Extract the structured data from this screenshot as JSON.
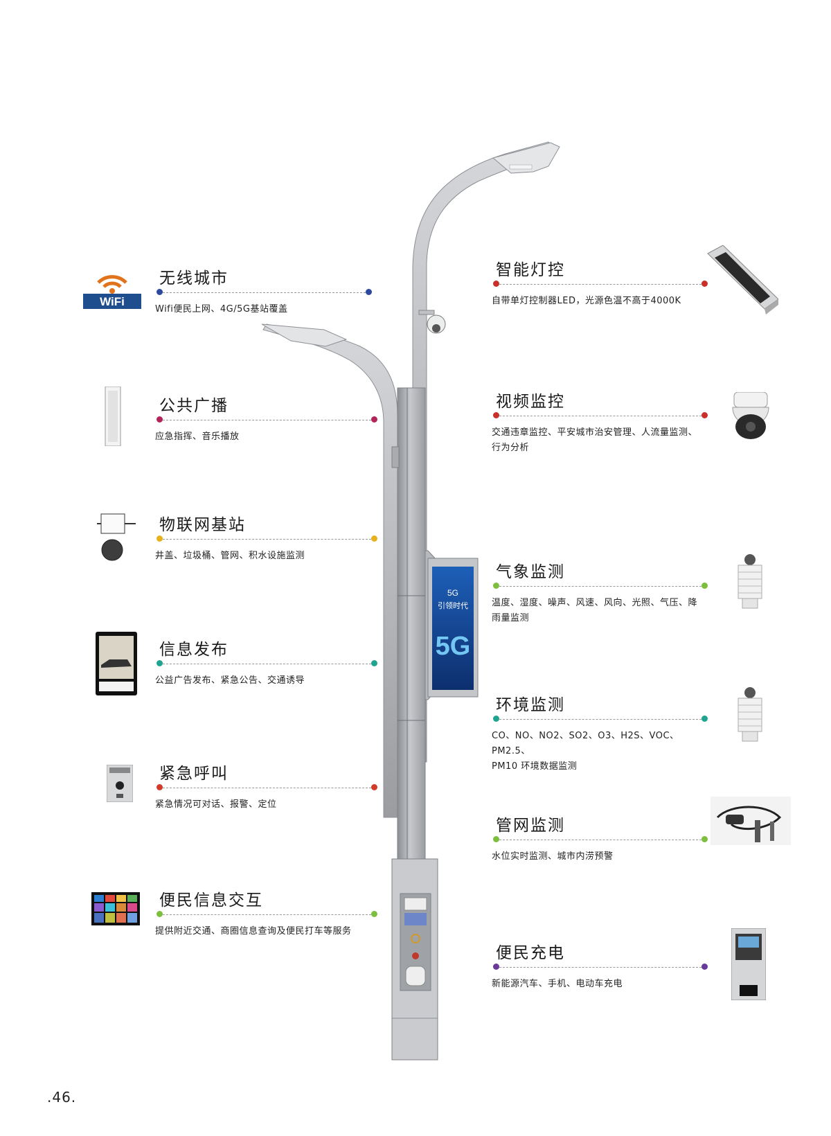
{
  "page_number": ".46.",
  "left_features": [
    {
      "id": "wifi",
      "title": "无线城市",
      "desc": [
        "Wifi便民上网、4G/5G基站覆盖"
      ],
      "color": "#2b4a9e",
      "icon": "wifi-icon",
      "icon_text": "WiFi"
    },
    {
      "id": "broadcast",
      "title": "公共广播",
      "desc": [
        "应急指挥、音乐播放"
      ],
      "color": "#b3245a",
      "icon": "speaker-column-icon"
    },
    {
      "id": "iot",
      "title": "物联网基站",
      "desc": [
        "井盖、垃圾桶、管网、积水设施监测"
      ],
      "color": "#e6b21e",
      "icon": "iot-base-station-icon"
    },
    {
      "id": "info",
      "title": "信息发布",
      "desc": [
        "公益广告发布、紧急公告、交通诱导"
      ],
      "color": "#1fa58f",
      "icon": "display-screen-icon"
    },
    {
      "id": "emergency",
      "title": "紧急呼叫",
      "desc": [
        "紧急情况可对话、报警、定位"
      ],
      "color": "#d23a2a",
      "icon": "intercom-icon"
    },
    {
      "id": "interact",
      "title": "便民信息交互",
      "desc": [
        "提供附近交通、商圈信息查询及便民打车等服务"
      ],
      "color": "#7cbf3c",
      "icon": "touch-panel-icon"
    }
  ],
  "right_features": [
    {
      "id": "light",
      "title": "智能灯控",
      "desc": [
        "自带单灯控制器LED，光源色温不高于4000K"
      ],
      "color": "#c9302c",
      "icon": "led-module-icon"
    },
    {
      "id": "video",
      "title": "视频监控",
      "desc": [
        "交通违章监控、平安城市治安管理、人流量监测、",
        "行为分析"
      ],
      "color": "#c9302c",
      "icon": "dome-camera-icon"
    },
    {
      "id": "weather",
      "title": "气象监测",
      "desc": [
        "温度、湿度、噪声、风速、风向、光照、气压、降",
        "雨量监测"
      ],
      "color": "#7cbf3c",
      "icon": "weather-sensor-icon"
    },
    {
      "id": "env",
      "title": "环境监测",
      "desc": [
        "CO、NO、NO2、SO2、O3、H2S、VOC、PM2.5、",
        "PM10 环境数据监测"
      ],
      "color": "#1fa58f",
      "icon": "env-sensor-icon"
    },
    {
      "id": "pipe",
      "title": "管网监测",
      "desc": [
        "水位实时监测、城市内涝预警"
      ],
      "color": "#7cbf3c",
      "icon": "water-level-sensor-icon"
    },
    {
      "id": "charge",
      "title": "便民充电",
      "desc": [
        "新能源汽车、手机、电动车充电"
      ],
      "color": "#6a3a9a",
      "icon": "charger-icon"
    }
  ],
  "pole_screen": {
    "line1": "5G",
    "line2": "引领时代",
    "big": "5G"
  }
}
